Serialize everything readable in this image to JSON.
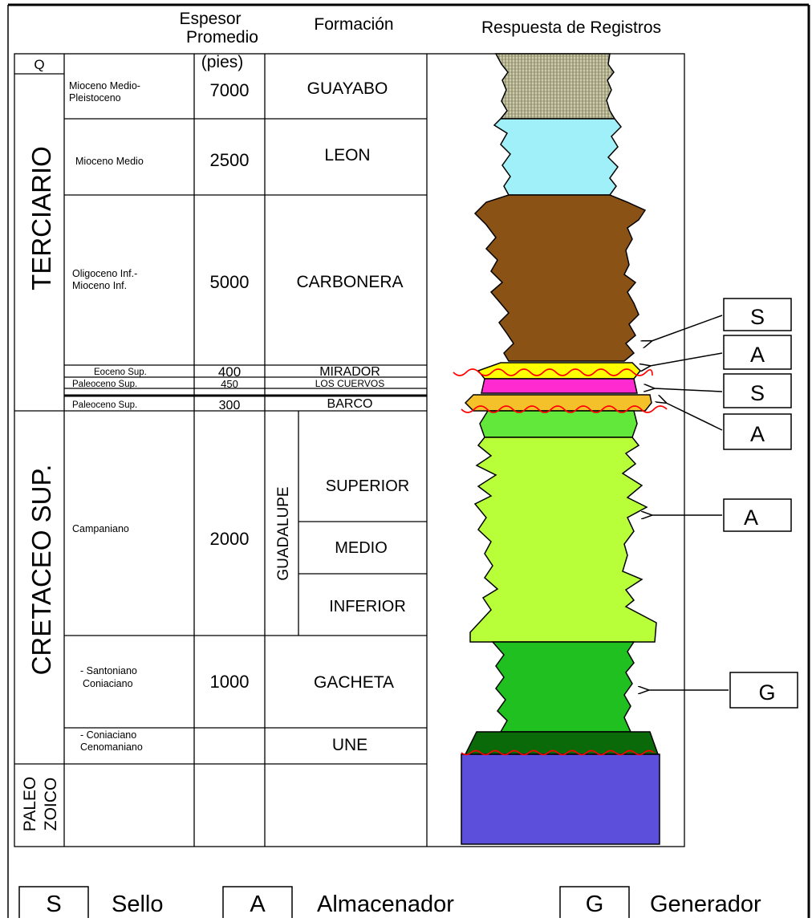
{
  "headers": {
    "thickness_line1": "Espesor",
    "thickness_line2": "Promedio",
    "thickness_unit": "(pies)",
    "formation": "Formación",
    "log_response": "Respuesta de Registros"
  },
  "periods": {
    "q": "Q",
    "terciario": "TERCIARIO",
    "cretaceo": "CRETACEO SUP.",
    "paleo_line1": "PALEO",
    "paleo_line2": "ZOICO"
  },
  "rows": [
    {
      "age_line1": "Mioceno Medio-",
      "age_line2": "Pleistoceno",
      "thickness": "7000",
      "formation": "GUAYABO"
    },
    {
      "age_line1": "Mioceno Medio",
      "thickness": "2500",
      "formation": "LEON"
    },
    {
      "age_line1": "Oligoceno Inf.-",
      "age_line2": "Mioceno Inf.",
      "thickness": "5000",
      "formation": "CARBONERA"
    },
    {
      "age_line1": "Eoceno Sup.",
      "thickness": "400",
      "formation": "MIRADOR"
    },
    {
      "age_line1": "Paleoceno Sup.",
      "thickness": "450",
      "formation": "LOS CUERVOS"
    },
    {
      "age_line1": "Paleoceno Sup.",
      "thickness": "300",
      "formation": "BARCO"
    },
    {
      "age_line1": "Campaniano",
      "thickness": "2000",
      "formation_group": "GUADALUPE",
      "sub_units": [
        "SUPERIOR",
        "MEDIO",
        "INFERIOR"
      ]
    },
    {
      "age_line1": "- Santoniano",
      "age_line2": "Coniaciano",
      "thickness": "1000",
      "formation": "GACHETA"
    },
    {
      "age_line1": "- Coniaciano",
      "age_line2": "Cenomaniano",
      "formation": "UNE"
    }
  ],
  "log_colors": {
    "guayabo": "#c8c6a0",
    "leon": "#9ff0f8",
    "carbonera": "#8b5216",
    "mirador": "#ffff00",
    "los_cuervos": "#ff2bd1",
    "barco": "#f5c12a",
    "guadalupe_lower": "#b8ff3a",
    "guadalupe_top": "#62e83a",
    "gacheta": "#20c020",
    "une": "#0a6a0a",
    "paleozoic": "#5b4fdc",
    "unconformity": "#ff0000"
  },
  "markers": [
    {
      "code": "S"
    },
    {
      "code": "A"
    },
    {
      "code": "S"
    },
    {
      "code": "A"
    },
    {
      "code": "A"
    },
    {
      "code": "G"
    }
  ],
  "legend": [
    {
      "code": "S",
      "label": "Sello"
    },
    {
      "code": "A",
      "label": "Almacenador"
    },
    {
      "code": "G",
      "label": "Generador"
    }
  ]
}
